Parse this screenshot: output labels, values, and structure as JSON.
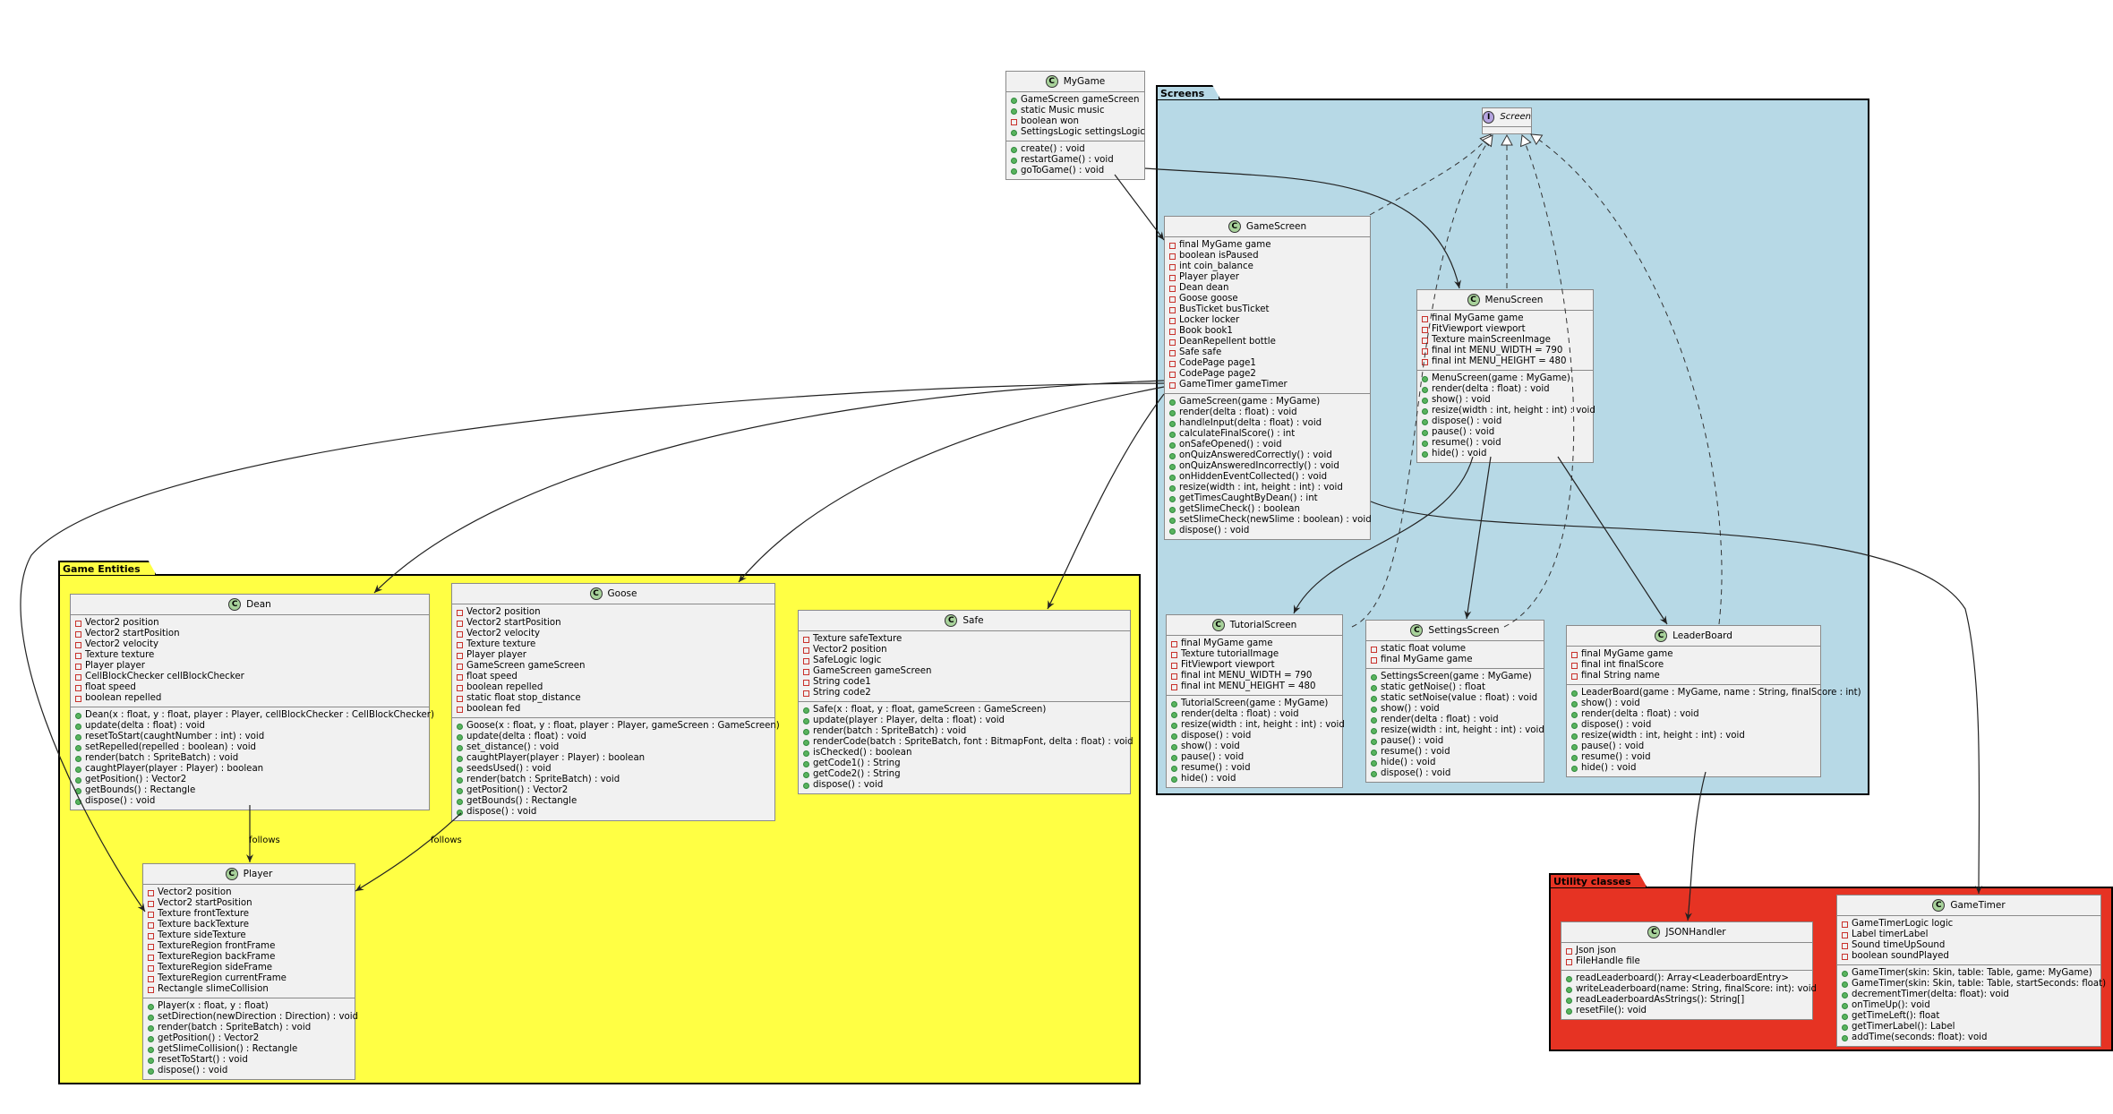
{
  "packages": {
    "screens": "Screens",
    "entities": "Game Entities",
    "utility": "Utility classes"
  },
  "colors": {
    "screens_bg": "#b7d9e6",
    "entities_bg": "#ffff44",
    "utility_bg": "#e63323",
    "class_bg": "#f1f1f1",
    "class_badge": "#a8d29b",
    "interface_badge": "#b5a4e0"
  },
  "edge_labels": {
    "dean_follows": "follows",
    "goose_follows": "follows"
  },
  "classes": {
    "mygame": {
      "name": "MyGame",
      "fields": [
        {
          "v": "pub",
          "t": "GameScreen gameScreen"
        },
        {
          "v": "pub",
          "t": "static Music music"
        },
        {
          "v": "priv",
          "t": "boolean won"
        },
        {
          "v": "pub",
          "t": "SettingsLogic settingsLogic"
        }
      ],
      "methods": [
        {
          "v": "pub",
          "t": "create() : void"
        },
        {
          "v": "pub",
          "t": "restartGame() : void"
        },
        {
          "v": "pub",
          "t": "goToGame() : void"
        }
      ]
    },
    "screen": {
      "name": "Screen"
    },
    "gamescreen": {
      "name": "GameScreen",
      "fields": [
        {
          "v": "priv",
          "t": "final MyGame game"
        },
        {
          "v": "priv",
          "t": "boolean isPaused"
        },
        {
          "v": "priv",
          "t": "int coin_balance"
        },
        {
          "v": "priv",
          "t": "Player player"
        },
        {
          "v": "priv",
          "t": "Dean dean"
        },
        {
          "v": "priv",
          "t": "Goose goose"
        },
        {
          "v": "priv",
          "t": "BusTicket busTicket"
        },
        {
          "v": "priv",
          "t": "Locker locker"
        },
        {
          "v": "priv",
          "t": "Book book1"
        },
        {
          "v": "priv",
          "t": "DeanRepellent bottle"
        },
        {
          "v": "priv",
          "t": "Safe safe"
        },
        {
          "v": "priv",
          "t": "CodePage page1"
        },
        {
          "v": "priv",
          "t": "CodePage page2"
        },
        {
          "v": "priv",
          "t": "GameTimer gameTimer"
        }
      ],
      "methods": [
        {
          "v": "pub",
          "t": "GameScreen(game : MyGame)"
        },
        {
          "v": "pub",
          "t": "render(delta : float) : void"
        },
        {
          "v": "pub",
          "t": "handleInput(delta : float) : void"
        },
        {
          "v": "pub",
          "t": "calculateFinalScore() : int"
        },
        {
          "v": "pub",
          "t": "onSafeOpened() : void"
        },
        {
          "v": "pub",
          "t": "onQuizAnsweredCorrectly() : void"
        },
        {
          "v": "pub",
          "t": "onQuizAnsweredIncorrectly() : void"
        },
        {
          "v": "pub",
          "t": "onHiddenEventCollected() : void"
        },
        {
          "v": "pub",
          "t": "resize(width : int, height : int) : void"
        },
        {
          "v": "pub",
          "t": "getTimesCaughtByDean() : int"
        },
        {
          "v": "pub",
          "t": "getSlimeCheck() : boolean"
        },
        {
          "v": "pub",
          "t": "setSlimeCheck(newSlime : boolean) : void"
        },
        {
          "v": "pub",
          "t": "dispose() : void"
        }
      ]
    },
    "menuscreen": {
      "name": "MenuScreen",
      "fields": [
        {
          "v": "priv",
          "t": "final MyGame game"
        },
        {
          "v": "priv",
          "t": "FitViewport viewport"
        },
        {
          "v": "priv",
          "t": "Texture mainScreenImage"
        },
        {
          "v": "priv",
          "t": "final int MENU_WIDTH = 790"
        },
        {
          "v": "priv",
          "t": "final int MENU_HEIGHT = 480"
        }
      ],
      "methods": [
        {
          "v": "pub",
          "t": "MenuScreen(game : MyGame)"
        },
        {
          "v": "pub",
          "t": "render(delta : float) : void"
        },
        {
          "v": "pub",
          "t": "show() : void"
        },
        {
          "v": "pub",
          "t": "resize(width : int, height : int) : void"
        },
        {
          "v": "pub",
          "t": "dispose() : void"
        },
        {
          "v": "pub",
          "t": "pause() : void"
        },
        {
          "v": "pub",
          "t": "resume() : void"
        },
        {
          "v": "pub",
          "t": "hide() : void"
        }
      ]
    },
    "tutorialscreen": {
      "name": "TutorialScreen",
      "fields": [
        {
          "v": "priv",
          "t": "final MyGame game"
        },
        {
          "v": "priv",
          "t": "Texture tutorialImage"
        },
        {
          "v": "priv",
          "t": "FitViewport viewport"
        },
        {
          "v": "priv",
          "t": "final int MENU_WIDTH = 790"
        },
        {
          "v": "priv",
          "t": "final int MENU_HEIGHT = 480"
        }
      ],
      "methods": [
        {
          "v": "pub",
          "t": "TutorialScreen(game : MyGame)"
        },
        {
          "v": "pub",
          "t": "render(delta : float) : void"
        },
        {
          "v": "pub",
          "t": "resize(width : int, height : int) : void"
        },
        {
          "v": "pub",
          "t": "dispose() : void"
        },
        {
          "v": "pub",
          "t": "show() : void"
        },
        {
          "v": "pub",
          "t": "pause() : void"
        },
        {
          "v": "pub",
          "t": "resume() : void"
        },
        {
          "v": "pub",
          "t": "hide() : void"
        }
      ]
    },
    "settingsscreen": {
      "name": "SettingsScreen",
      "fields": [
        {
          "v": "priv",
          "t": "static float volume"
        },
        {
          "v": "priv",
          "t": "final MyGame game"
        }
      ],
      "methods": [
        {
          "v": "pub",
          "t": "SettingsScreen(game : MyGame)"
        },
        {
          "v": "pub",
          "t": "static getNoise() : float"
        },
        {
          "v": "pub",
          "t": "static setNoise(value : float) : void"
        },
        {
          "v": "pub",
          "t": "show() : void"
        },
        {
          "v": "pub",
          "t": "render(delta : float) : void"
        },
        {
          "v": "pub",
          "t": "resize(width : int, height : int) : void"
        },
        {
          "v": "pub",
          "t": "pause() : void"
        },
        {
          "v": "pub",
          "t": "resume() : void"
        },
        {
          "v": "pub",
          "t": "hide() : void"
        },
        {
          "v": "pub",
          "t": "dispose() : void"
        }
      ]
    },
    "leaderboard": {
      "name": "LeaderBoard",
      "fields": [
        {
          "v": "priv",
          "t": "final MyGame game"
        },
        {
          "v": "priv",
          "t": "final int finalScore"
        },
        {
          "v": "priv",
          "t": "final String name"
        }
      ],
      "methods": [
        {
          "v": "pub",
          "t": "LeaderBoard(game : MyGame, name : String, finalScore : int)"
        },
        {
          "v": "pub",
          "t": "show() : void"
        },
        {
          "v": "pub",
          "t": "render(delta : float) : void"
        },
        {
          "v": "pub",
          "t": "dispose() : void"
        },
        {
          "v": "pub",
          "t": "resize(width : int, height : int) : void"
        },
        {
          "v": "pub",
          "t": "pause() : void"
        },
        {
          "v": "pub",
          "t": "resume() : void"
        },
        {
          "v": "pub",
          "t": "hide() : void"
        }
      ]
    },
    "dean": {
      "name": "Dean",
      "fields": [
        {
          "v": "priv",
          "t": "Vector2 position"
        },
        {
          "v": "priv",
          "t": "Vector2 startPosition"
        },
        {
          "v": "priv",
          "t": "Vector2 velocity"
        },
        {
          "v": "priv",
          "t": "Texture texture"
        },
        {
          "v": "priv",
          "t": "Player player"
        },
        {
          "v": "priv",
          "t": "CellBlockChecker cellBlockChecker"
        },
        {
          "v": "priv",
          "t": "float speed"
        },
        {
          "v": "priv",
          "t": "boolean repelled"
        }
      ],
      "methods": [
        {
          "v": "pub",
          "t": "Dean(x : float, y : float, player : Player, cellBlockChecker : CellBlockChecker)"
        },
        {
          "v": "pub",
          "t": "update(delta : float) : void"
        },
        {
          "v": "pub",
          "t": "resetToStart(caughtNumber : int) : void"
        },
        {
          "v": "pub",
          "t": "setRepelled(repelled : boolean) : void"
        },
        {
          "v": "pub",
          "t": "render(batch : SpriteBatch) : void"
        },
        {
          "v": "pub",
          "t": "caughtPlayer(player : Player) : boolean"
        },
        {
          "v": "pub",
          "t": "getPosition() : Vector2"
        },
        {
          "v": "pub",
          "t": "getBounds() : Rectangle"
        },
        {
          "v": "pub",
          "t": "dispose() : void"
        }
      ]
    },
    "goose": {
      "name": "Goose",
      "fields": [
        {
          "v": "priv",
          "t": "Vector2 position"
        },
        {
          "v": "priv",
          "t": "Vector2 startPosition"
        },
        {
          "v": "priv",
          "t": "Vector2 velocity"
        },
        {
          "v": "priv",
          "t": "Texture texture"
        },
        {
          "v": "priv",
          "t": "Player player"
        },
        {
          "v": "priv",
          "t": "GameScreen gameScreen"
        },
        {
          "v": "priv",
          "t": "float speed"
        },
        {
          "v": "priv",
          "t": "boolean repelled"
        },
        {
          "v": "priv",
          "t": "static float stop_distance"
        },
        {
          "v": "priv",
          "t": "boolean fed"
        }
      ],
      "methods": [
        {
          "v": "pub",
          "t": "Goose(x : float, y : float, player : Player, gameScreen : GameScreen)"
        },
        {
          "v": "pub",
          "t": "update(delta : float) : void"
        },
        {
          "v": "pub",
          "t": "set_distance() : void"
        },
        {
          "v": "pub",
          "t": "caughtPlayer(player : Player) : boolean"
        },
        {
          "v": "pub",
          "t": "seedsUsed() : void"
        },
        {
          "v": "pub",
          "t": "render(batch : SpriteBatch) : void"
        },
        {
          "v": "pub",
          "t": "getPosition() : Vector2"
        },
        {
          "v": "pub",
          "t": "getBounds() : Rectangle"
        },
        {
          "v": "pub",
          "t": "dispose() : void"
        }
      ]
    },
    "safe": {
      "name": "Safe",
      "fields": [
        {
          "v": "priv",
          "t": "Texture safeTexture"
        },
        {
          "v": "priv",
          "t": "Vector2 position"
        },
        {
          "v": "priv",
          "t": "SafeLogic logic"
        },
        {
          "v": "priv",
          "t": "GameScreen gameScreen"
        },
        {
          "v": "priv",
          "t": "String code1"
        },
        {
          "v": "priv",
          "t": "String code2"
        }
      ],
      "methods": [
        {
          "v": "pub",
          "t": "Safe(x : float, y : float, gameScreen : GameScreen)"
        },
        {
          "v": "pub",
          "t": "update(player : Player, delta : float) : void"
        },
        {
          "v": "pub",
          "t": "render(batch : SpriteBatch) : void"
        },
        {
          "v": "pub",
          "t": "renderCode(batch : SpriteBatch, font : BitmapFont, delta : float) : void"
        },
        {
          "v": "pub",
          "t": "isChecked() : boolean"
        },
        {
          "v": "pub",
          "t": "getCode1() : String"
        },
        {
          "v": "pub",
          "t": "getCode2() : String"
        },
        {
          "v": "pub",
          "t": "dispose() : void"
        }
      ]
    },
    "player": {
      "name": "Player",
      "fields": [
        {
          "v": "priv",
          "t": "Vector2 position"
        },
        {
          "v": "priv",
          "t": "Vector2 startPosition"
        },
        {
          "v": "priv",
          "t": "Texture frontTexture"
        },
        {
          "v": "priv",
          "t": "Texture backTexture"
        },
        {
          "v": "priv",
          "t": "Texture sideTexture"
        },
        {
          "v": "priv",
          "t": "TextureRegion frontFrame"
        },
        {
          "v": "priv",
          "t": "TextureRegion backFrame"
        },
        {
          "v": "priv",
          "t": "TextureRegion sideFrame"
        },
        {
          "v": "priv",
          "t": "TextureRegion currentFrame"
        },
        {
          "v": "priv",
          "t": "Rectangle slimeCollision"
        }
      ],
      "methods": [
        {
          "v": "pub",
          "t": "Player(x : float, y : float)"
        },
        {
          "v": "pub",
          "t": "setDirection(newDirection : Direction) : void"
        },
        {
          "v": "pub",
          "t": "render(batch : SpriteBatch) : void"
        },
        {
          "v": "pub",
          "t": "getPosition() : Vector2"
        },
        {
          "v": "pub",
          "t": "getSlimeCollision() : Rectangle"
        },
        {
          "v": "pub",
          "t": "resetToStart() : void"
        },
        {
          "v": "pub",
          "t": "dispose() : void"
        }
      ]
    },
    "jsonhandler": {
      "name": "JSONHandler",
      "fields": [
        {
          "v": "priv",
          "t": "Json json"
        },
        {
          "v": "priv",
          "t": "FileHandle file"
        }
      ],
      "methods": [
        {
          "v": "pub",
          "t": "readLeaderboard(): Array<LeaderboardEntry>"
        },
        {
          "v": "pub",
          "t": "writeLeaderboard(name: String, finalScore: int): void"
        },
        {
          "v": "pub",
          "t": "readLeaderboardAsStrings(): String[]"
        },
        {
          "v": "pub",
          "t": "resetFile(): void"
        }
      ]
    },
    "gametimer": {
      "name": "GameTimer",
      "fields": [
        {
          "v": "priv",
          "t": "GameTimerLogic logic"
        },
        {
          "v": "priv",
          "t": "Label timerLabel"
        },
        {
          "v": "priv",
          "t": "Sound timeUpSound"
        },
        {
          "v": "priv",
          "t": "boolean soundPlayed"
        }
      ],
      "methods": [
        {
          "v": "pub",
          "t": "GameTimer(skin: Skin, table: Table, game: MyGame)"
        },
        {
          "v": "pub",
          "t": "GameTimer(skin: Skin, table: Table, startSeconds: float)"
        },
        {
          "v": "pub",
          "t": "decrementTimer(delta: float): void"
        },
        {
          "v": "pub",
          "t": "onTimeUp(): void"
        },
        {
          "v": "pub",
          "t": "getTimeLeft(): float"
        },
        {
          "v": "pub",
          "t": "getTimerLabel(): Label"
        },
        {
          "v": "pub",
          "t": "addTime(seconds: float): void"
        }
      ]
    }
  }
}
